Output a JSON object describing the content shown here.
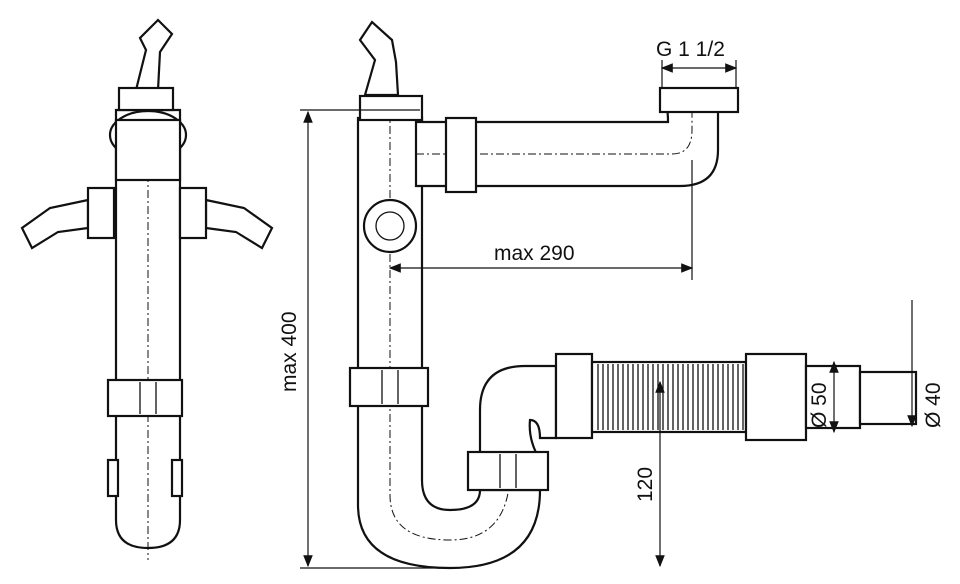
{
  "title": "Double-bowl sink siphon technical drawing",
  "dimensions": {
    "thread": "G 1 1/2",
    "max_width": "max 290",
    "max_height": "max 400",
    "trap_height": "120",
    "outlet_diameter_large": "Ø 50",
    "outlet_diameter_small": "Ø 40"
  },
  "colors": {
    "line": "#111111",
    "background": "#ffffff"
  }
}
